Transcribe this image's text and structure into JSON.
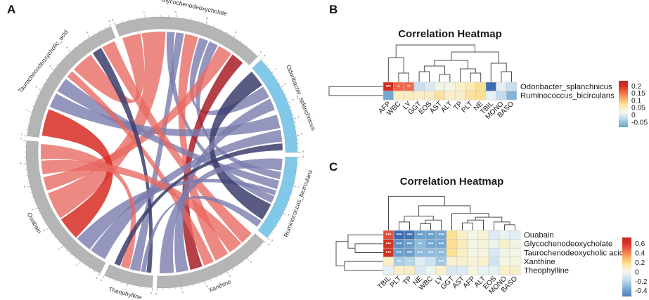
{
  "figure": {
    "panel_a_label": "A",
    "panel_b_label": "B",
    "panel_c_label": "C"
  },
  "chart_data": [
    {
      "id": "panel_a_chord",
      "type": "chord",
      "description": "Chord diagram of correlations between metabolites (gray sectors) and gut bacteria (blue sectors); red ribbons positive, purple/navy ribbons negative",
      "sector_colors": {
        "metabolite": "#b5b5b5",
        "bacterium": "#82c8e8"
      },
      "link_colors": {
        "red": "rgba(232,104,96,0.78)",
        "red2": "rgba(215,45,35,0.85)",
        "darkred": "rgba(168,30,40,0.85)",
        "purple": "rgba(122,124,172,0.80)",
        "navy": "rgba(60,62,108,0.85)"
      },
      "sectors": [
        {
          "id": "glyco",
          "label": "Glycochenodeoxycholate",
          "start": -20,
          "end": 45,
          "color": "#b5b5b5",
          "axis_max": 5
        },
        {
          "id": "odori",
          "label": "Odoribacter_splanchnicus",
          "start": 47,
          "end": 90,
          "color": "#82c8e8",
          "axis_max": 6
        },
        {
          "id": "rumino",
          "label": "Ruminococcus_bicirculans",
          "start": 92,
          "end": 129,
          "color": "#82c8e8",
          "axis_max": 3
        },
        {
          "id": "xanthine",
          "label": "Xanthine",
          "start": 131,
          "end": 182,
          "color": "#b5b5b5",
          "axis_max": 5
        },
        {
          "id": "theo",
          "label": "Theophylline",
          "start": 184,
          "end": 205,
          "color": "#b5b5b5",
          "axis_max": 2
        },
        {
          "id": "ouabain",
          "label": "Ouabain",
          "start": 207,
          "end": 275,
          "color": "#b5b5b5",
          "axis_max": 7
        },
        {
          "id": "tauro",
          "label": "Taurochenodeoxycholic_acid",
          "start": 277,
          "end": 338,
          "color": "#b5b5b5",
          "axis_max": 6
        }
      ],
      "links": [
        {
          "source": {
            "id": "glyco",
            "f0": 0.0,
            "f1": 0.14
          },
          "target": {
            "id": "tauro",
            "f0": 0.6,
            "f1": 0.78
          },
          "color": "red"
        },
        {
          "source": {
            "id": "glyco",
            "f0": 0.15,
            "f1": 0.33
          },
          "target": {
            "id": "ouabain",
            "f0": 0.44,
            "f1": 0.64
          },
          "color": "red"
        },
        {
          "source": {
            "id": "glyco",
            "f0": 0.34,
            "f1": 0.4
          },
          "target": {
            "id": "rumino",
            "f0": 0.52,
            "f1": 0.62
          },
          "color": "purple"
        },
        {
          "source": {
            "id": "glyco",
            "f0": 0.41,
            "f1": 0.47
          },
          "target": {
            "id": "theo",
            "f0": 0.28,
            "f1": 0.54
          },
          "color": "purple"
        },
        {
          "source": {
            "id": "glyco",
            "f0": 0.48,
            "f1": 0.58
          },
          "target": {
            "id": "xanthine",
            "f0": 0.3,
            "f1": 0.44
          },
          "color": "red"
        },
        {
          "source": {
            "id": "glyco",
            "f0": 0.59,
            "f1": 0.66
          },
          "target": {
            "id": "odori",
            "f0": 0.22,
            "f1": 0.36
          },
          "color": "purple"
        },
        {
          "source": {
            "id": "glyco",
            "f0": 0.67,
            "f1": 0.74
          },
          "target": {
            "id": "rumino",
            "f0": 0.18,
            "f1": 0.28
          },
          "color": "purple"
        },
        {
          "source": {
            "id": "glyco",
            "f0": 0.75,
            "f1": 0.86
          },
          "target": {
            "id": "ouabain",
            "f0": 0.66,
            "f1": 0.76
          },
          "color": "red"
        },
        {
          "source": {
            "id": "glyco",
            "f0": 0.87,
            "f1": 0.97
          },
          "target": {
            "id": "xanthine",
            "f0": 0.58,
            "f1": 0.7
          },
          "color": "darkred"
        },
        {
          "source": {
            "id": "tauro",
            "f0": 0.0,
            "f1": 0.22
          },
          "target": {
            "id": "ouabain",
            "f0": 0.26,
            "f1": 0.43
          },
          "color": "red2"
        },
        {
          "source": {
            "id": "tauro",
            "f0": 0.24,
            "f1": 0.36
          },
          "target": {
            "id": "odori",
            "f0": 0.58,
            "f1": 0.74
          },
          "color": "purple"
        },
        {
          "source": {
            "id": "tauro",
            "f0": 0.38,
            "f1": 0.5
          },
          "target": {
            "id": "rumino",
            "f0": 0.3,
            "f1": 0.42
          },
          "color": "purple"
        },
        {
          "source": {
            "id": "tauro",
            "f0": 0.52,
            "f1": 0.58
          },
          "target": {
            "id": "xanthine",
            "f0": 0.46,
            "f1": 0.56
          },
          "color": "red"
        },
        {
          "source": {
            "id": "tauro",
            "f0": 0.8,
            "f1": 0.88
          },
          "target": {
            "id": "theo",
            "f0": 0.0,
            "f1": 0.12
          },
          "color": "navy"
        },
        {
          "source": {
            "id": "tauro",
            "f0": 0.89,
            "f1": 1.0
          },
          "target": {
            "id": "xanthine",
            "f0": 0.0,
            "f1": 0.13
          },
          "color": "red"
        },
        {
          "source": {
            "id": "ouabain",
            "f0": 0.0,
            "f1": 0.12
          },
          "target": {
            "id": "odori",
            "f0": 0.76,
            "f1": 0.9
          },
          "color": "purple"
        },
        {
          "source": {
            "id": "ouabain",
            "f0": 0.13,
            "f1": 0.25
          },
          "target": {
            "id": "rumino",
            "f0": 0.44,
            "f1": 0.51
          },
          "color": "purple"
        },
        {
          "source": {
            "id": "ouabain",
            "f0": 0.78,
            "f1": 0.88
          },
          "target": {
            "id": "xanthine",
            "f0": 0.14,
            "f1": 0.28
          },
          "color": "red"
        },
        {
          "source": {
            "id": "ouabain",
            "f0": 0.89,
            "f1": 1.0
          },
          "target": {
            "id": "theo",
            "f0": 0.56,
            "f1": 0.78
          },
          "color": "red"
        },
        {
          "source": {
            "id": "odori",
            "f0": 0.0,
            "f1": 0.2
          },
          "target": {
            "id": "rumino",
            "f0": 0.64,
            "f1": 0.88
          },
          "color": "navy"
        },
        {
          "source": {
            "id": "odori",
            "f0": 0.38,
            "f1": 0.52
          },
          "target": {
            "id": "xanthine",
            "f0": 0.72,
            "f1": 0.84
          },
          "color": "purple"
        },
        {
          "source": {
            "id": "odori",
            "f0": 0.92,
            "f1": 1.0
          },
          "target": {
            "id": "theo",
            "f0": 0.8,
            "f1": 0.95
          },
          "color": "navy"
        },
        {
          "source": {
            "id": "rumino",
            "f0": 0.0,
            "f1": 0.16
          },
          "target": {
            "id": "xanthine",
            "f0": 0.86,
            "f1": 1.0
          },
          "color": "purple"
        },
        {
          "source": {
            "id": "rumino",
            "f0": 0.9,
            "f1": 1.0
          },
          "target": {
            "id": "theo",
            "f0": 0.14,
            "f1": 0.26
          },
          "color": "purple"
        }
      ]
    },
    {
      "id": "panel_b_heatmap",
      "type": "heatmap",
      "title": "Correlation Heatmap",
      "columns": [
        "AFP",
        "WBC",
        "LY",
        "GGT",
        "EOS",
        "AST",
        "ALT",
        "TP",
        "PLT",
        "NE",
        "TBIL",
        "MONO",
        "BASO"
      ],
      "rows": [
        {
          "label": "Odoribacter_splanchnicus",
          "values": [
            0.22,
            0.17,
            0.17,
            -0.03,
            -0.02,
            0.01,
            0.01,
            0.05,
            0.06,
            0.09,
            -0.07,
            -0.02,
            -0.03
          ],
          "colors": [
            "#d42a20",
            "#ee6b4e",
            "#ee6b4e",
            "#c7dfee",
            "#d9eaf3",
            "#eff5e2",
            "#f2f6e0",
            "#f9f0c8",
            "#fdeab3",
            "#fce092",
            "#3c6cb4",
            "#e3eff3",
            "#c7dfee"
          ],
          "stars": [
            "***",
            "*",
            "**",
            "",
            "",
            "",
            "",
            "",
            "",
            "",
            "",
            "",
            ""
          ]
        },
        {
          "label": "Ruminococcus_bicirculans",
          "values": [
            -0.05,
            0.05,
            0.05,
            0.05,
            0.05,
            0.09,
            0.05,
            0.04,
            0.08,
            0.08,
            -0.01,
            -0.03,
            -0.05
          ],
          "colors": [
            "#74a6d2",
            "#f9eec2",
            "#f8ecc0",
            "#f9edc6",
            "#f8ecc2",
            "#fce09a",
            "#f9eec6",
            "#f7eecd",
            "#fce29c",
            "#fce098",
            "#e7f1f5",
            "#c0dbed",
            "#85b4d9"
          ],
          "stars": [
            "",
            "",
            "",
            "",
            "",
            "",
            "",
            "",
            "",
            "",
            "",
            "",
            ""
          ]
        }
      ],
      "colorbar": {
        "tick_labels": [
          "0.2",
          "0.15",
          "0.1",
          "0.05",
          "0",
          "-0.05"
        ],
        "range": [
          0.235,
          -0.085
        ]
      }
    },
    {
      "id": "panel_c_heatmap",
      "type": "heatmap",
      "title": "Correlation Heatmap",
      "columns": [
        "TBIL",
        "PLT",
        "TP",
        "NE",
        "WBC",
        "LY",
        "GGT",
        "AST",
        "AFP",
        "ALT",
        "EOS",
        "MONO",
        "BASO"
      ],
      "rows": [
        {
          "label": "Ouabain",
          "values": [
            0.55,
            -0.45,
            -0.42,
            -0.35,
            -0.35,
            -0.33,
            0.18,
            0.08,
            0.03,
            0.05,
            -0.05,
            -0.02,
            -0.04
          ],
          "colors": [
            "#e64e3c",
            "#3c6cb4",
            "#4374b4",
            "#6b9fcb",
            "#6b9fcb",
            "#74a6d2",
            "#fce092",
            "#f9f0c8",
            "#f4f7e2",
            "#f7f3d6",
            "#dcebf3",
            "#e9f3f1",
            "#e0eef5"
          ],
          "stars": [
            "***",
            "***",
            "***",
            "***",
            "***",
            "***",
            "",
            "",
            "",
            "",
            "",
            "",
            ""
          ]
        },
        {
          "label": "Glycochenodeoxycholate",
          "values": [
            0.6,
            -0.38,
            -0.35,
            -0.28,
            -0.33,
            -0.33,
            0.18,
            0.07,
            0.03,
            0.05,
            -0.02,
            0.06,
            0.02
          ],
          "colors": [
            "#d7301f",
            "#5d8ec5",
            "#6b9fcb",
            "#8fbadc",
            "#74a6d2",
            "#74a6d2",
            "#fce092",
            "#f8ecc0",
            "#f3f6e4",
            "#f7f3d8",
            "#ecf4ee",
            "#f8f0ca",
            "#f0f5e6"
          ],
          "stars": [
            "***",
            "***",
            "***",
            "**",
            "***",
            "***",
            "",
            "",
            "",
            "",
            "",
            "",
            ""
          ]
        },
        {
          "label": "Taurochenodeoxycholic acid",
          "values": [
            0.6,
            -0.35,
            -0.35,
            -0.3,
            -0.3,
            -0.3,
            0.18,
            0.07,
            0.03,
            0.04,
            -0.06,
            0.02,
            0.03
          ],
          "colors": [
            "#d7301f",
            "#6b9fcb",
            "#6b9fcb",
            "#8fbadc",
            "#8fbadc",
            "#8fbadc",
            "#fce092",
            "#f9eec4",
            "#f4f7e2",
            "#f5f6e0",
            "#d9e9f2",
            "#f0f5e8",
            "#f2f6e4"
          ],
          "stars": [
            "***",
            "***",
            "***",
            "***",
            "***",
            "***",
            "",
            "",
            "",
            "",
            "",
            "",
            ""
          ]
        },
        {
          "label": "Xanthine",
          "values": [
            0.08,
            -0.22,
            -0.18,
            -0.08,
            -0.12,
            -0.25,
            0.05,
            0.06,
            0.04,
            0.06,
            -0.12,
            0.03,
            0.04
          ],
          "colors": [
            "#f9f0c8",
            "#a8cde4",
            "#b6d6e9",
            "#dfedf4",
            "#cde3f0",
            "#9fc7e1",
            "#f8f1d4",
            "#f9f0ce",
            "#f7f3da",
            "#f9f0ce",
            "#cfe4f0",
            "#f2f6e2",
            "#f4f6dc"
          ],
          "stars": [
            "",
            "**",
            "*",
            "",
            "",
            "***",
            "",
            "",
            "",
            "",
            "",
            "",
            ""
          ]
        },
        {
          "label": "Theophylline",
          "values": [
            -0.04,
            0.06,
            0.06,
            -0.06,
            -0.03,
            0.06,
            -0.06,
            -0.05,
            0.03,
            -0.03,
            -0.03,
            0.06,
            0.06
          ],
          "colors": [
            "#e5f0f5",
            "#f9eec8",
            "#f8edc6",
            "#d9e9f2",
            "#ecf4ee",
            "#f9f0cc",
            "#d9e9f2",
            "#dcebf3",
            "#f4f6de",
            "#e8f2f0",
            "#e6f1f1",
            "#f9f0ca",
            "#f8eec8"
          ],
          "stars": [
            "",
            "",
            "",
            "",
            "",
            "",
            "",
            "",
            "",
            "",
            "",
            "",
            ""
          ]
        }
      ],
      "colorbar": {
        "tick_labels": [
          "0.6",
          "0.4",
          "0.2",
          "0",
          "-0.2",
          "-0.4"
        ],
        "range": [
          0.72,
          -0.52
        ]
      }
    }
  ]
}
